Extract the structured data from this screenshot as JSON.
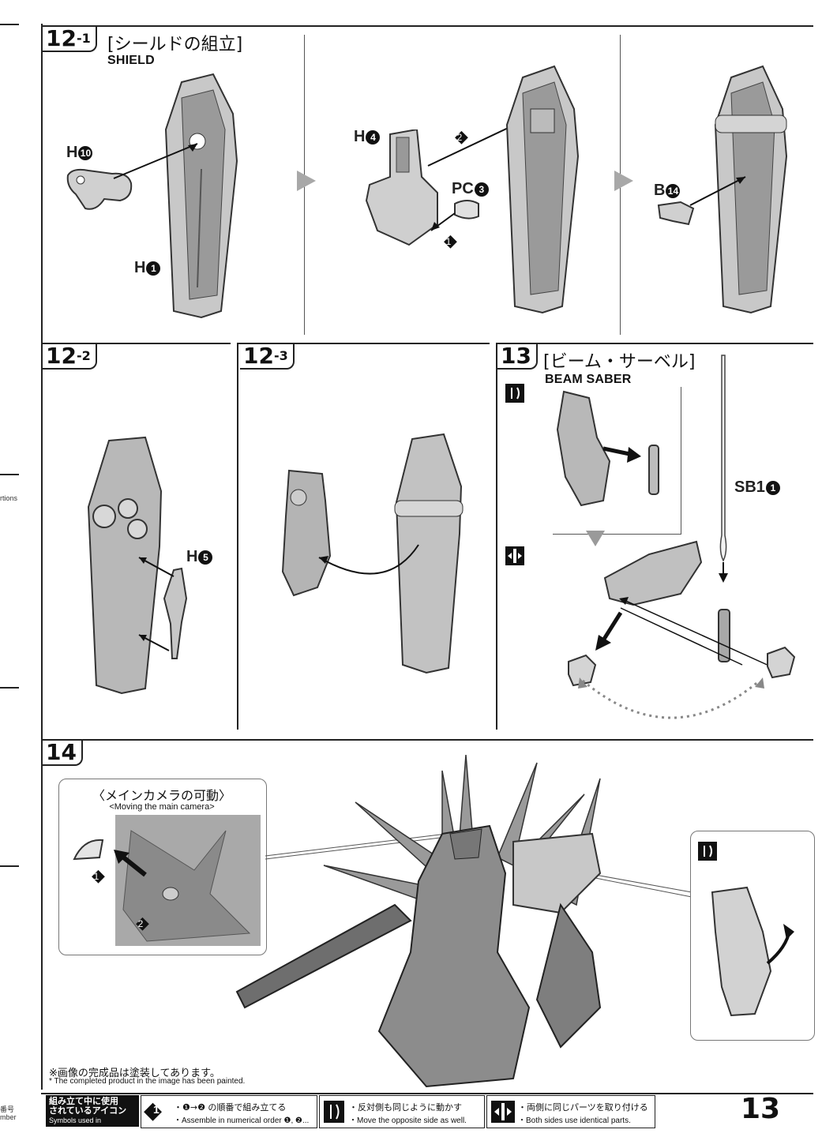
{
  "steps": {
    "s12_1": {
      "num": "12",
      "sub": "-1",
      "title_ja": "[シールドの組立]",
      "title_en": "SHIELD"
    },
    "s12_2": {
      "num": "12",
      "sub": "-2"
    },
    "s12_3": {
      "num": "12",
      "sub": "-3"
    },
    "s13": {
      "num": "13",
      "title_ja": "[ビーム・サーベル]",
      "title_en": "BEAM SABER"
    },
    "s14": {
      "num": "14"
    }
  },
  "parts": {
    "h10": {
      "code": "H",
      "num": "10"
    },
    "h1": {
      "code": "H",
      "num": "1"
    },
    "h4": {
      "code": "H",
      "num": "4"
    },
    "pc3": {
      "code": "PC",
      "num": "3"
    },
    "b14": {
      "code": "B",
      "num": "14"
    },
    "h5": {
      "code": "H",
      "num": "5"
    },
    "sb1": {
      "code": "SB1",
      "num": "1"
    }
  },
  "order_marks": {
    "first": "1",
    "second": "2"
  },
  "callout": {
    "title_ja": "〈メインカメラの可動〉",
    "title_en": "<Moving the main camera>"
  },
  "note": {
    "ja": "※画像の完成品は塗装してあります。",
    "en": "* The completed product in the image has been painted."
  },
  "footer": {
    "legend_title_ja_1": "組み立て中に使用",
    "legend_title_ja_2": "されているアイコン",
    "legend_title_en": "Symbols used in instructions",
    "order_ja": "・❶→❷ の順番で組み立てる",
    "order_en": "・Assemble in numerical order ❶, ❷...",
    "opposite_ja": "・反対側も同じように動かす",
    "opposite_en": "・Move the opposite side as well.",
    "both_ja": "・両側に同じパーツを取り付ける",
    "both_en": "・Both sides use identical parts.",
    "order_icon_num": "1"
  },
  "page_number": "13",
  "edge_text": {
    "left_1": "rtions",
    "left_2": "番号",
    "left_3": "mber"
  },
  "icons": [
    "arrow-right-triangle-icon",
    "mirror-move-icon",
    "both-sides-icon"
  ]
}
